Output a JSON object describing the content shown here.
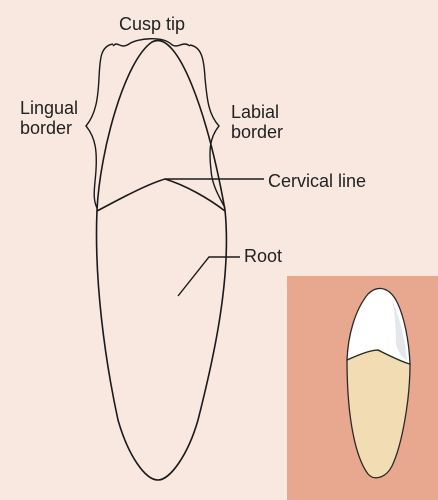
{
  "labels": {
    "cusp_tip": "Cusp tip",
    "lingual_border": [
      "Lingual",
      "border"
    ],
    "labial_border": [
      "Labial",
      "border"
    ],
    "cervical_line": "Cervical line",
    "root": "Root"
  },
  "colors": {
    "background": "#f8e8e0",
    "inset_background": "#e8a890",
    "outline": "#1a1a1a",
    "inset_crown": "#ffffff",
    "inset_root": "#f1dcb4"
  }
}
